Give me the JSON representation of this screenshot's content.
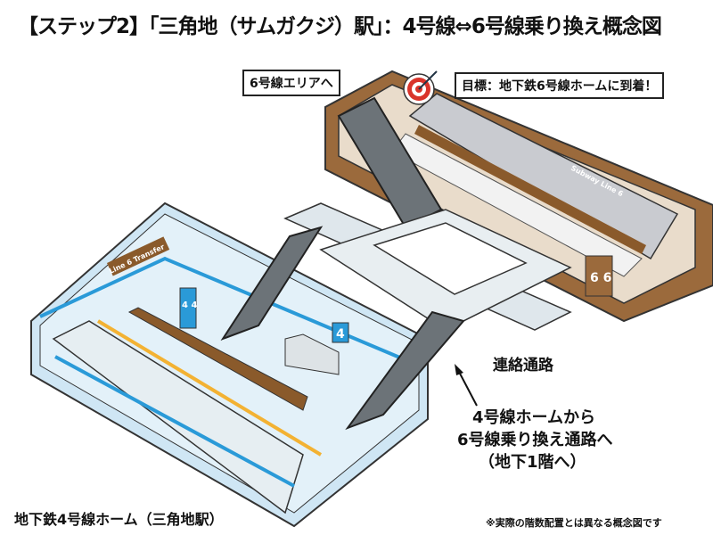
{
  "title": "【ステップ2】「三角地（サムガクジ）駅」：4号線⇔6号線乗り換え概念図",
  "callouts": {
    "line6_area": "6号線エリアへ",
    "goal": "目標：地下鉄6号線ホームに到着！"
  },
  "labels": {
    "passage": "連絡通路",
    "route_line1": "4号線ホームから",
    "route_line2": "6号線乗り換え通路へ",
    "route_line3": "（地下1階へ）",
    "line4_platform": "地下鉄4号線ホーム（三角地駅）",
    "note": "※実際の階数配置とは異なる概念図です"
  },
  "signs": {
    "line6_transfer": "Line 6 Transfer",
    "line4_pillar": "4 4",
    "line4_wall": "4",
    "line6_pillar": "6 6",
    "subway_line6": "Subway Line 6"
  },
  "icons": {
    "goal": "target-icon",
    "arrow": "arrow-icon"
  },
  "colors": {
    "line4": "#2a9ad8",
    "line6": "#8a5a2b",
    "platform_edge": "#f3b233",
    "wall_light": "#d6ecf7",
    "upper_floor": "#efe4d4"
  }
}
